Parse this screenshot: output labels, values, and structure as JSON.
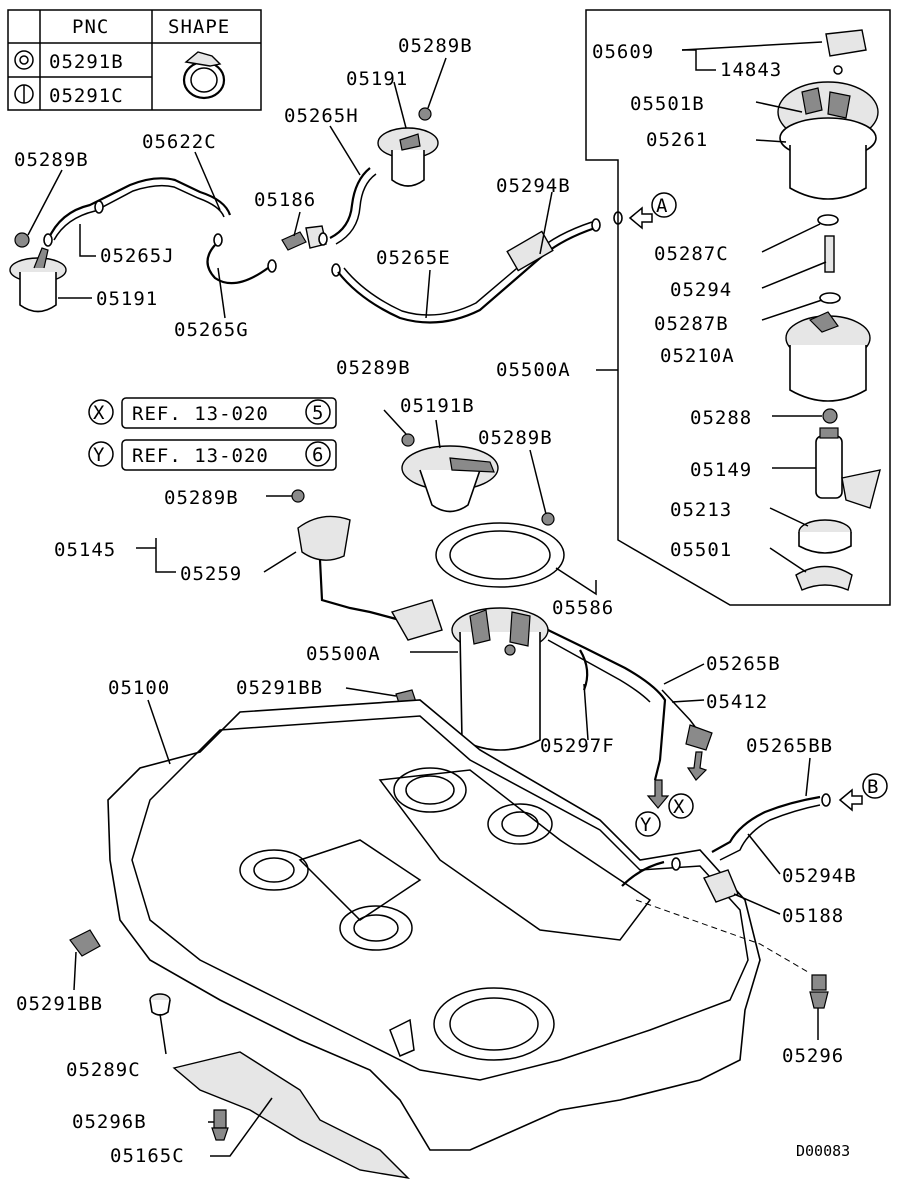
{
  "legend": {
    "header_pnc": "PNC",
    "header_shape": "SHAPE",
    "rows": [
      {
        "symbol": "double-circle",
        "pnc": "05291B"
      },
      {
        "symbol": "circle-bar",
        "pnc": "05291C"
      }
    ]
  },
  "references": [
    {
      "marker": "X",
      "text": "REF. 13-020",
      "num": "5"
    },
    {
      "marker": "Y",
      "text": "REF. 13-020",
      "num": "6"
    }
  ],
  "connectors": {
    "a": "A",
    "b": "B",
    "x": "X",
    "y": "Y"
  },
  "parts": {
    "p05289B_top": "05289B",
    "p05191_top": "05191",
    "p05265H": "05265H",
    "p05622C": "05622C",
    "p05289B_left": "05289B",
    "p05186": "05186",
    "p05294B_top": "05294B",
    "p05265J": "05265J",
    "p05265E": "05265E",
    "p05191_left": "05191",
    "p05265G": "05265G",
    "p05609": "05609",
    "p14843": "14843",
    "p05501B": "05501B",
    "p05261": "05261",
    "p05287C": "05287C",
    "p05294": "05294",
    "p05287B": "05287B",
    "p05210A": "05210A",
    "p05500A_box": "05500A",
    "p05288": "05288",
    "p05149": "05149",
    "p05213": "05213",
    "p05501": "05501",
    "p05289B_mid": "05289B",
    "p05191B": "05191B",
    "p05289B_right": "05289B",
    "p05289B_pump": "05289B",
    "p05145": "05145",
    "p05259": "05259",
    "p05586": "05586",
    "p05500A": "05500A",
    "p05265B": "05265B",
    "p05412": "05412",
    "p05100": "05100",
    "p05291BB_top": "05291BB",
    "p05297F": "05297F",
    "p05265BB": "05265BB",
    "p05294B_right": "05294B",
    "p05188": "05188",
    "p05291BB_left": "05291BB",
    "p05289C": "05289C",
    "p05296": "05296",
    "p05296B": "05296B",
    "p05165C": "05165C"
  },
  "diagram_code": "D00083"
}
